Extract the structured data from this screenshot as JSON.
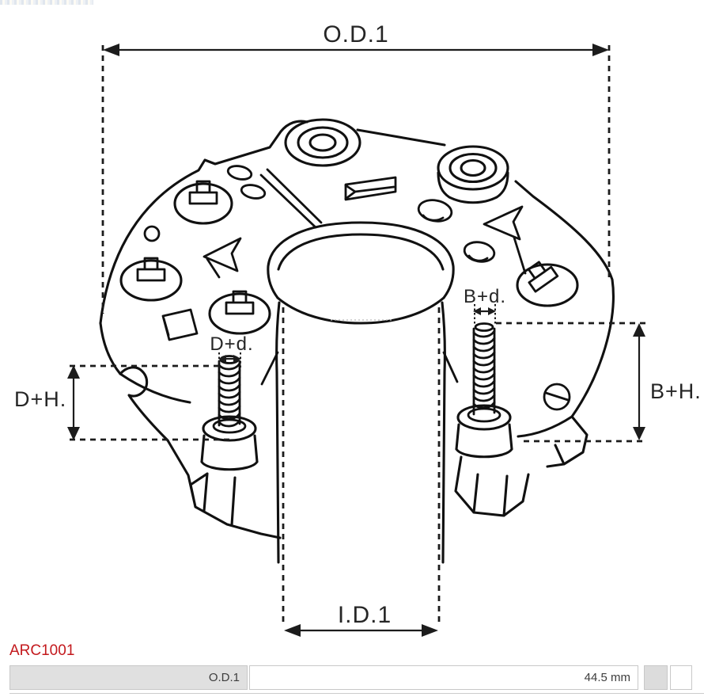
{
  "product": {
    "code": "ARC1001"
  },
  "diagram": {
    "labels": {
      "od1": "O.D.1",
      "id1": "I.D.1",
      "bh": "B+H.",
      "dh": "D+H.",
      "bd": "B+d.",
      "dd": "D+d."
    }
  },
  "spec_table": {
    "rows": [
      {
        "label": "O.D.1",
        "value": "44.5 mm"
      }
    ]
  },
  "colors": {
    "line": "#111111",
    "dimension_text": "#262626",
    "accent_red": "#c3191d",
    "table_border": "#c8c8c8",
    "table_label_bg": "#e0e0e0",
    "table_swatch_bg": "#dcdcdc"
  }
}
